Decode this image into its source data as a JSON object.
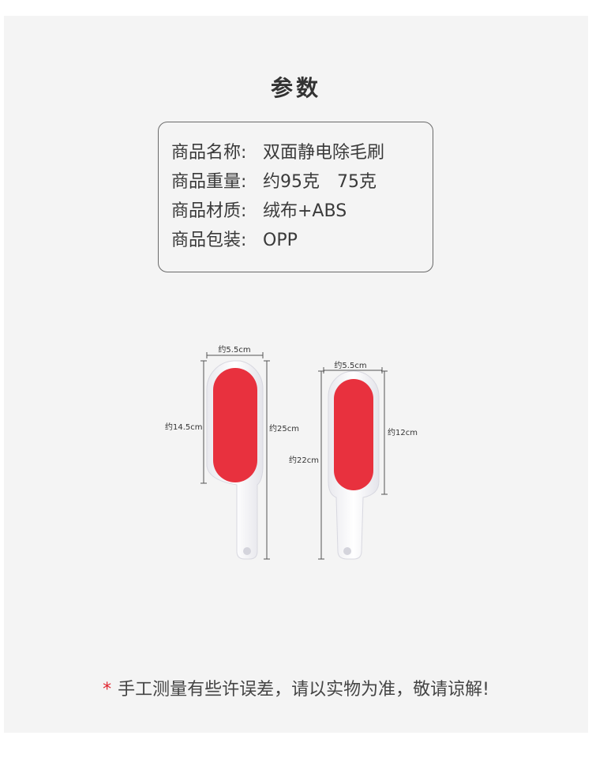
{
  "page": {
    "title": "参数",
    "note_star": "*",
    "note_text": "手工测量有些许误差，请以实物为准，敬请谅解!"
  },
  "specs": [
    {
      "label": "商品名称:",
      "value": "双面静电除毛刷"
    },
    {
      "label": "商品重量:",
      "value": "约95克　75克"
    },
    {
      "label": "商品材质:",
      "value": "绒布+ABS"
    },
    {
      "label": "商品包装:",
      "value": "OPP"
    }
  ],
  "products": {
    "large": {
      "width_label": "约5.5cm",
      "head_label": "约14.5cm",
      "length_label": "约25cm"
    },
    "small": {
      "width_label": "约5.5cm",
      "head_label": "约12cm",
      "length_label": "约22cm"
    }
  },
  "colors": {
    "accent_red": "#e8313e",
    "star_red": "#e0252f",
    "handle_white": "#fafafa",
    "panel_bg": "#f4f4f4"
  }
}
